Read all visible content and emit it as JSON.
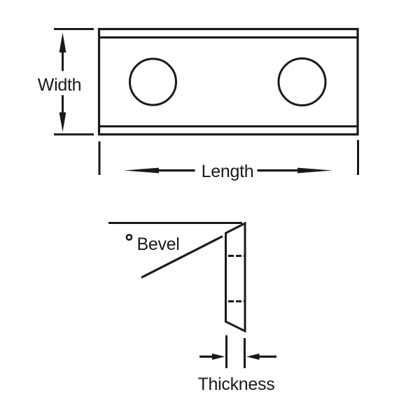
{
  "colors": {
    "line": "#1a1a1a",
    "background": "#ffffff"
  },
  "top_view": {
    "width_label": "Width",
    "length_label": "Length"
  },
  "side_view": {
    "degree_symbol": "°",
    "bevel_label": "Bevel",
    "thickness_label": "Thickness"
  }
}
